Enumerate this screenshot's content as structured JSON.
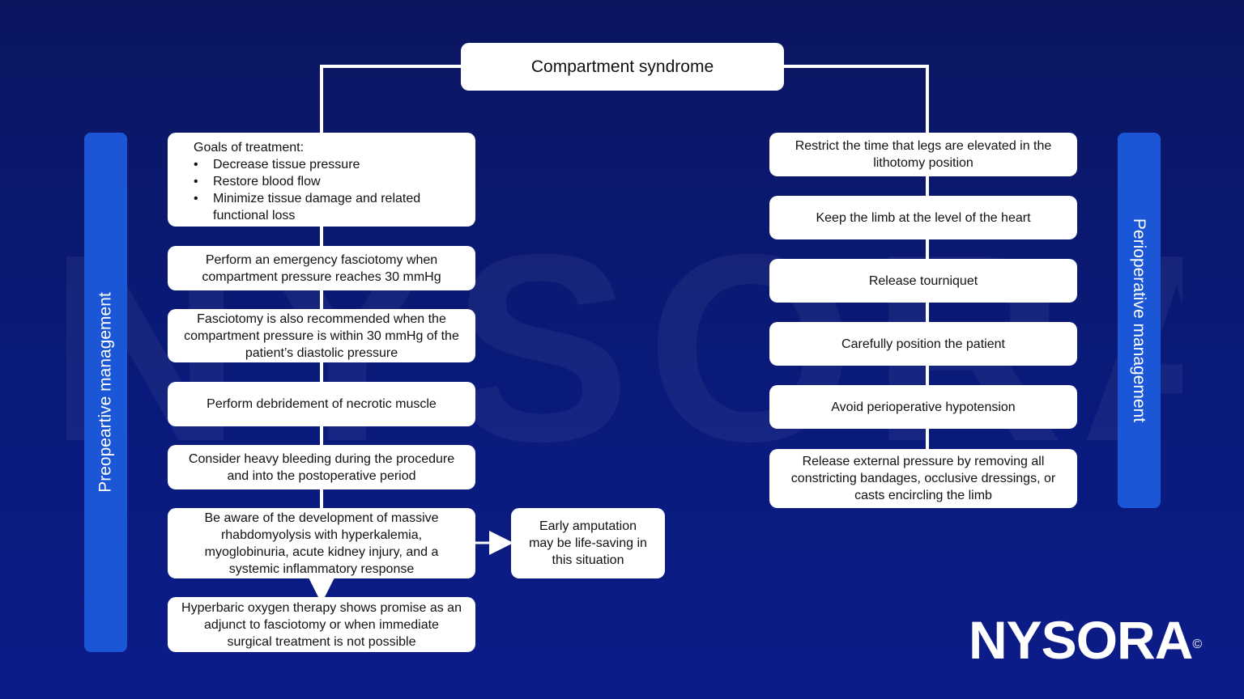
{
  "watermark": "NYSORA",
  "title": "Compartment syndrome",
  "left_label": "Preopeartive management",
  "right_label": "Perioperative management",
  "left_steps": {
    "goals": {
      "heading": "Goals of treatment:",
      "items": [
        "Decrease tissue pressure",
        "Restore blood flow",
        "Minimize tissue damage and related functional loss"
      ]
    },
    "s1": "Perform an emergency fasciotomy when compartment pressure reaches 30 mmHg",
    "s2": "Fasciotomy is also recommended when the compartment pressure is within 30 mmHg of the patient’s diastolic pressure",
    "s3": "Perform debridement of necrotic muscle",
    "s4": "Consider heavy bleeding during the procedure and into the postoperative period",
    "s5": "Be aware of the development of massive rhabdomyolysis with hyperkalemia, myoglobinuria, acute kidney injury, and a systemic inflammatory response",
    "s6": "Hyperbaric oxygen therapy shows promise as an adjunct to fasciotomy or when immediate surgical treatment is not possible"
  },
  "side_note": "Early amputation may be life-saving in this situation",
  "right_steps": {
    "r1": "Restrict the time that legs are elevated in the lithotomy position",
    "r2": "Keep the limb at the level of the heart",
    "r3": "Release tourniquet",
    "r4": "Carefully position the patient",
    "r5": "Avoid perioperative hypotension",
    "r6": "Release external pressure by removing all constricting bandages, occlusive dressings, or casts encircling the limb"
  },
  "logo": {
    "text": "NYSORA",
    "mark": "©"
  },
  "colors": {
    "background": "#0b1a78",
    "accent_bar": "#1a56d6",
    "box": "#ffffff",
    "connector": "#ffffff"
  }
}
